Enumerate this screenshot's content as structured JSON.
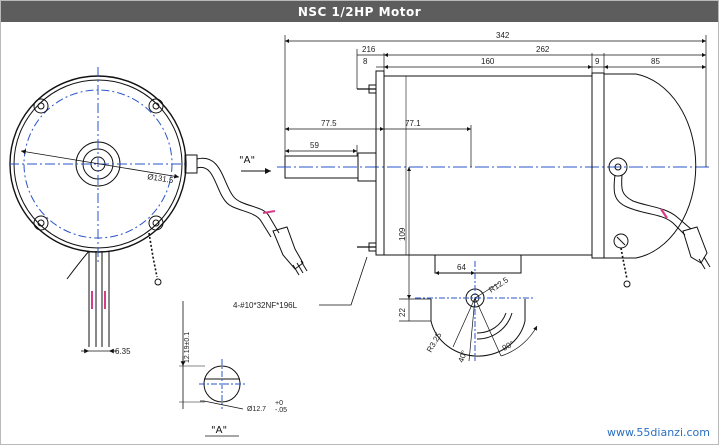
{
  "title": "NSC 1/2HP Motor",
  "view_label_main": "\"A\"",
  "view_label_bottom": "\"A\"",
  "dimensions": {
    "overall": "342",
    "d216": "216",
    "d262": "262",
    "d8": "8",
    "d160": "160",
    "d9": "9",
    "d85": "85",
    "d77_5": "77.5",
    "d77_1": "77.1",
    "d59": "59",
    "d109": "109",
    "d64": "64",
    "d22": "22",
    "r12_5": "R12.5",
    "r3_25": "R3.25",
    "a40": "40°",
    "a90": "90°",
    "phi131_5": "Ø131.5",
    "d6_35": "6.35",
    "d12_19": "12.19±0.1",
    "phi12_7": "Ø12.7",
    "tol_top": "+0",
    "tol_bot": "-.05",
    "screws": "4-#10*32NF*196L"
  },
  "watermark": "www.55dianzi.com"
}
